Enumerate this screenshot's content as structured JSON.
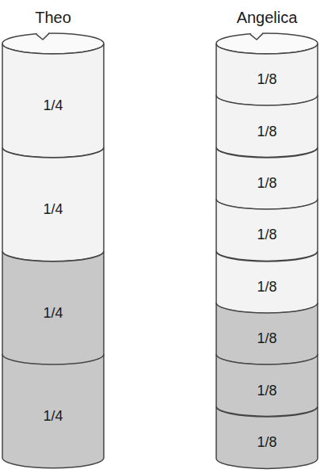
{
  "diagram": {
    "nodes": [
      {
        "text": [
          "Theo"
        ]
      },
      {
        "text": [
          "1/4"
        ],
        "in": 0
      },
      {
        "text": [
          "1/4"
        ],
        "in": 0
      },
      {
        "text": [
          "1/4"
        ],
        "in": 0
      },
      {
        "text": [
          "1/4"
        ],
        "in": 0
      },
      {
        "text": [
          "Angelica"
        ]
      },
      {
        "text": [
          "1/8"
        ],
        "in": 5
      },
      {
        "text": [
          "1/8"
        ],
        "in": 5
      },
      {
        "text": [
          "1/8"
        ],
        "in": 5
      },
      {
        "text": [
          "1/8"
        ],
        "in": 5
      },
      {
        "text": [
          "1/8"
        ],
        "in": 5
      },
      {
        "text": [
          "1/8"
        ],
        "in": 5
      },
      {
        "text": [
          "1/8"
        ],
        "in": 5
      },
      {
        "text": [
          "1/8"
        ],
        "in": 5
      }
    ]
  }
}
